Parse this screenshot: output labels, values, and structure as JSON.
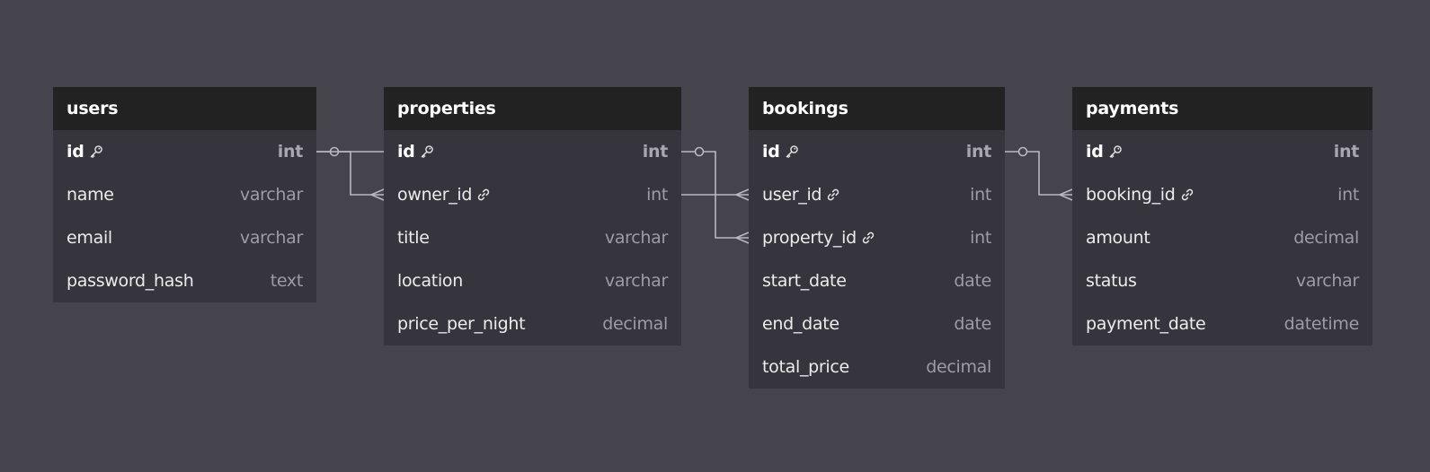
{
  "tables": [
    {
      "id": "users",
      "name": "users",
      "fields": [
        {
          "name": "id",
          "type": "int",
          "pk": true,
          "icon": "key-icon"
        },
        {
          "name": "name",
          "type": "varchar"
        },
        {
          "name": "email",
          "type": "varchar"
        },
        {
          "name": "password_hash",
          "type": "text"
        }
      ]
    },
    {
      "id": "properties",
      "name": "properties",
      "fields": [
        {
          "name": "id",
          "type": "int",
          "pk": true,
          "icon": "key-icon"
        },
        {
          "name": "owner_id",
          "type": "int",
          "icon": "link-icon"
        },
        {
          "name": "title",
          "type": "varchar"
        },
        {
          "name": "location",
          "type": "varchar"
        },
        {
          "name": "price_per_night",
          "type": "decimal"
        }
      ]
    },
    {
      "id": "bookings",
      "name": "bookings",
      "fields": [
        {
          "name": "id",
          "type": "int",
          "pk": true,
          "icon": "key-icon"
        },
        {
          "name": "user_id",
          "type": "int",
          "icon": "link-icon"
        },
        {
          "name": "property_id",
          "type": "int",
          "icon": "link-icon"
        },
        {
          "name": "start_date",
          "type": "date"
        },
        {
          "name": "end_date",
          "type": "date"
        },
        {
          "name": "total_price",
          "type": "decimal"
        }
      ]
    },
    {
      "id": "payments",
      "name": "payments",
      "fields": [
        {
          "name": "id",
          "type": "int",
          "pk": true,
          "icon": "key-icon"
        },
        {
          "name": "booking_id",
          "type": "int",
          "icon": "link-icon"
        },
        {
          "name": "amount",
          "type": "decimal"
        },
        {
          "name": "status",
          "type": "varchar"
        },
        {
          "name": "payment_date",
          "type": "datetime"
        }
      ]
    }
  ],
  "relationships": [
    {
      "from": "users.id",
      "to": "properties.owner_id",
      "cardinality": "one-to-many"
    },
    {
      "from": "users.id",
      "to": "bookings.user_id",
      "cardinality": "one-to-many"
    },
    {
      "from": "properties.id",
      "to": "bookings.property_id",
      "cardinality": "one-to-many"
    },
    {
      "from": "bookings.id",
      "to": "payments.booking_id",
      "cardinality": "one-to-many"
    }
  ],
  "colors": {
    "background": "#45444d",
    "table_body": "#36353d",
    "table_header": "#222222",
    "connector": "#b9b8bf"
  }
}
